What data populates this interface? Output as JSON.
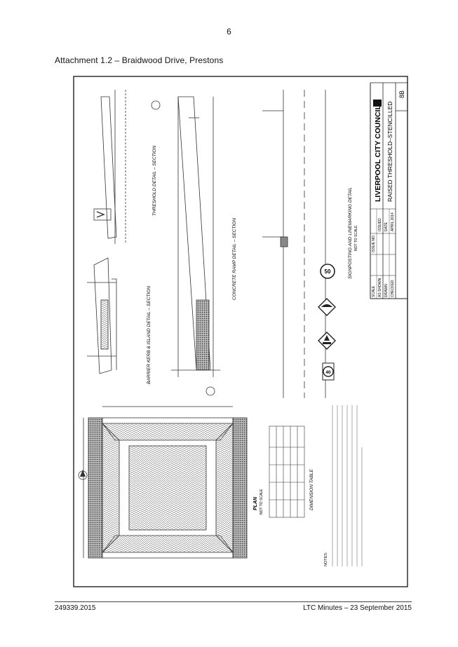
{
  "page": {
    "number": "6"
  },
  "heading": "Attachment 1.2 – Braidwood Drive, Prestons",
  "drawing": {
    "council": "LIVERPOOL CITY COUNCIL",
    "title": "RAISED THRESHOLD–STENCILLED",
    "sheet_no": "8B",
    "labels": {
      "scale": "SCALE",
      "as_shown": "AS SHOWN",
      "drawn": "DRAWN",
      "checked": "CHECKED",
      "issue_no": "ISSUE NO.",
      "issued": "ISSUED",
      "date": "DATE",
      "date_value": "APRIL 2014"
    },
    "plan_title": "PLAN",
    "plan_scale": "NOT TO SCALE",
    "dimension_title": "DIMENSION TABLE",
    "barrier_title": "BARRIER KERB & ISLAND DETAIL – SECTION",
    "threshold_title": "THRESHOLD DETAIL – SECTION",
    "ramp_title": "CONCRETE RAMP DETAIL – SECTION",
    "signpost_title": "SIGNPOSTING AND LINEMARKING DETAIL",
    "signpost_scale": "NOT TO SCALE",
    "signs": {
      "speed50": "50",
      "speed40": "40"
    },
    "notes_title": "NOTES:"
  },
  "footer": {
    "left": "249339.2015",
    "right": "LTC Minutes – 23 September 2015"
  }
}
